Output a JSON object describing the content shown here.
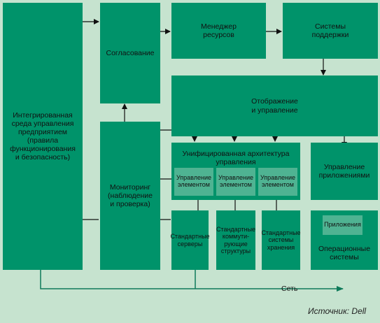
{
  "colors": {
    "background": "#c6e3cf",
    "box": "#00936a",
    "sub_box": "#4fb392",
    "line": "#0e7a5a"
  },
  "boxes": {
    "integrated_env": "Интегрированная\nсреда управления\nпредприятием\n(правила\nфункционирования\nи безопасность)",
    "negotiation": "Согласование",
    "resource_manager": "Менеджер\nресурсов",
    "support_systems": "Системы\nподдержки",
    "display_mgmt": "Отображение\nи управление",
    "monitoring": "Мониторинг\n(наблюдение\nи проверка)",
    "unified_arch": "Унифицированная архитектура\nуправления",
    "element_mgmt_1": "Управление\nэлементом",
    "element_mgmt_2": "Управление\nэлементом",
    "element_mgmt_3": "Управление\nэлементом",
    "app_mgmt": "Управление\nприложениями",
    "std_servers": "Стандартные\nсерверы",
    "std_switching": "Стандартные\nкоммути-\nрующие\nструктуры",
    "std_storage": "Стандартные\nсистемы\nхранения",
    "applications": "Приложения",
    "os": "Операционные\nсистемы"
  },
  "network_label": "Сеть",
  "source": "Источник: Dell"
}
